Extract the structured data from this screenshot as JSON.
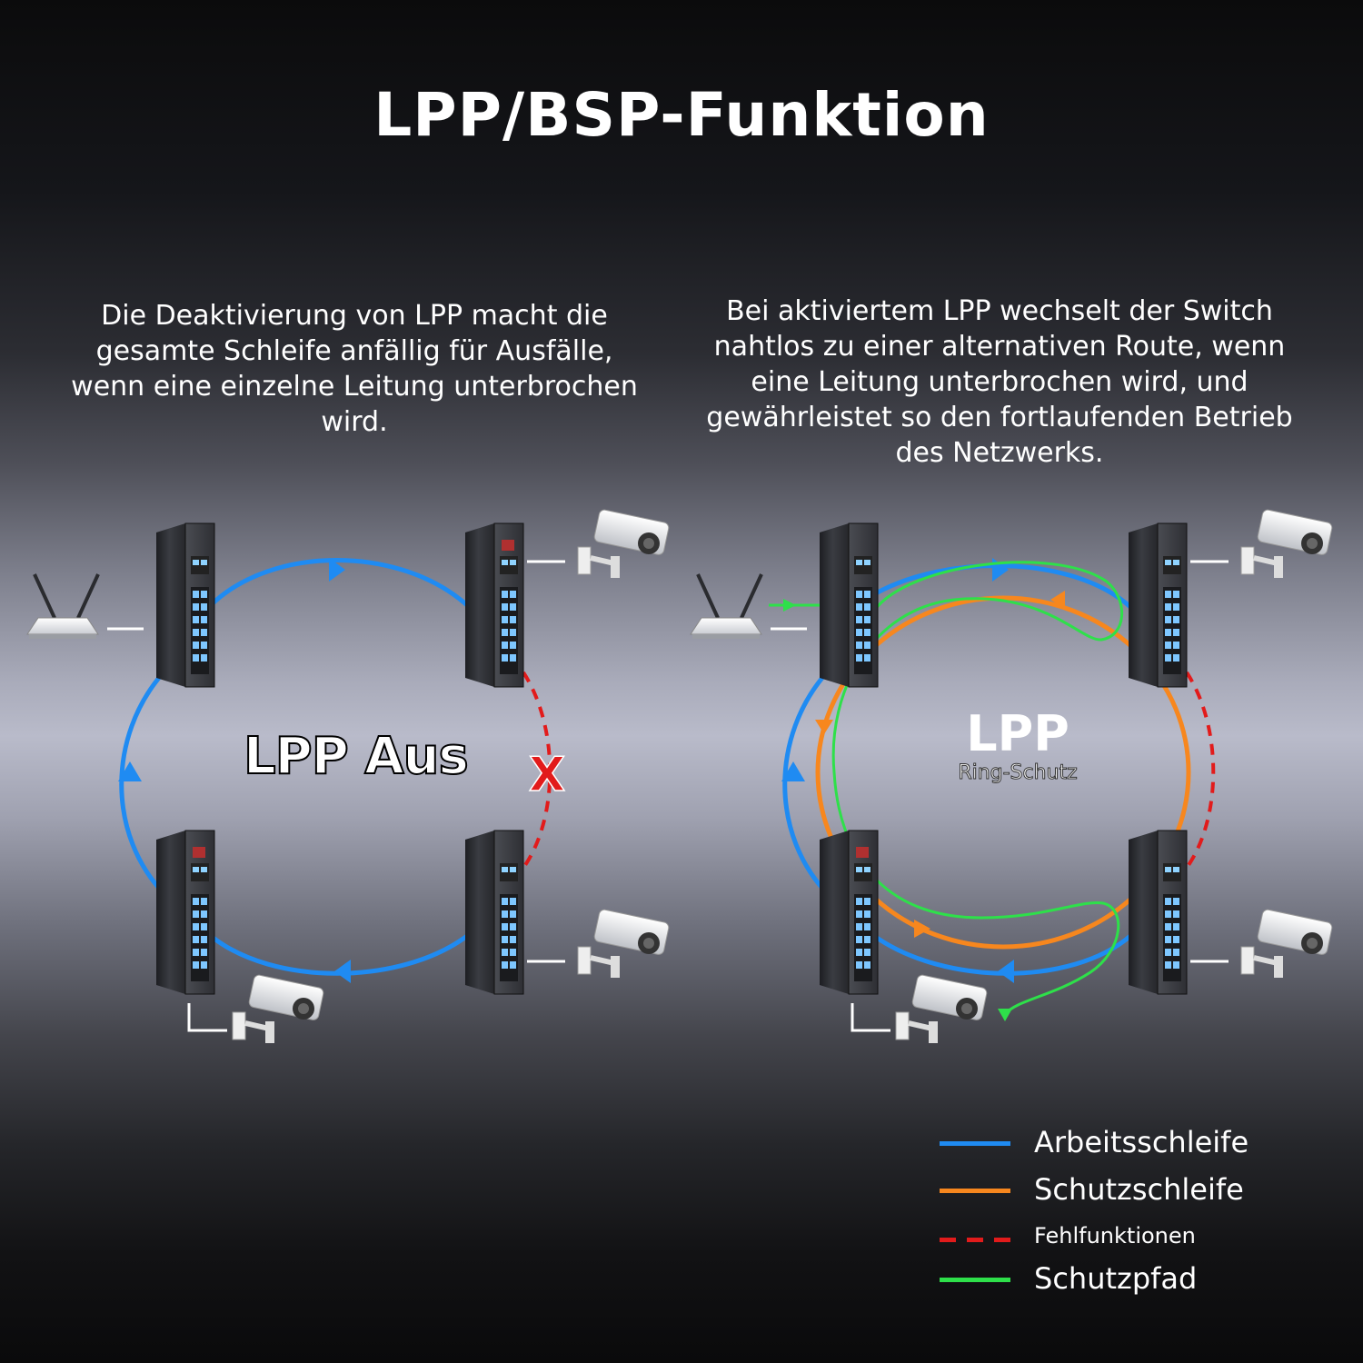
{
  "title": "LPP/BSP-Funktion",
  "left_panel": {
    "description_lines": [
      "Die Deaktivierung von LPP macht die",
      "gesamte Schleife anfällig für Ausfälle,",
      "wenn eine einzelne Leitung unterbrochen",
      "wird."
    ],
    "label": "LPP Aus",
    "failure_mark": "X"
  },
  "right_panel": {
    "description_lines": [
      "Bei aktiviertem LPP wechselt der Switch",
      "nahtlos zu einer alternativen Route, wenn",
      "eine Leitung unterbrochen wird, und",
      "gewährleistet so den fortlaufenden Betrieb",
      "des Netzwerks."
    ],
    "label": "LPP",
    "sublabel": "Ring-Schutz"
  },
  "legend": [
    {
      "label": "Arbeitsschleife",
      "color": "#1f8bf2",
      "style": "solid"
    },
    {
      "label": "Schutzschleife",
      "color": "#f7871e",
      "style": "solid"
    },
    {
      "label": "Fehlfunktionen",
      "color": "#e21b1b",
      "style": "dashed"
    },
    {
      "label": "Schutzpfad",
      "color": "#2ee04a",
      "style": "solid"
    }
  ],
  "colors": {
    "working_loop": "#1f8bf2",
    "protection_loop": "#f7871e",
    "malfunction": "#e21b1b",
    "protection_path": "#2ee04a"
  },
  "icons": [
    "router-icon",
    "switch-icon",
    "camera-icon"
  ]
}
